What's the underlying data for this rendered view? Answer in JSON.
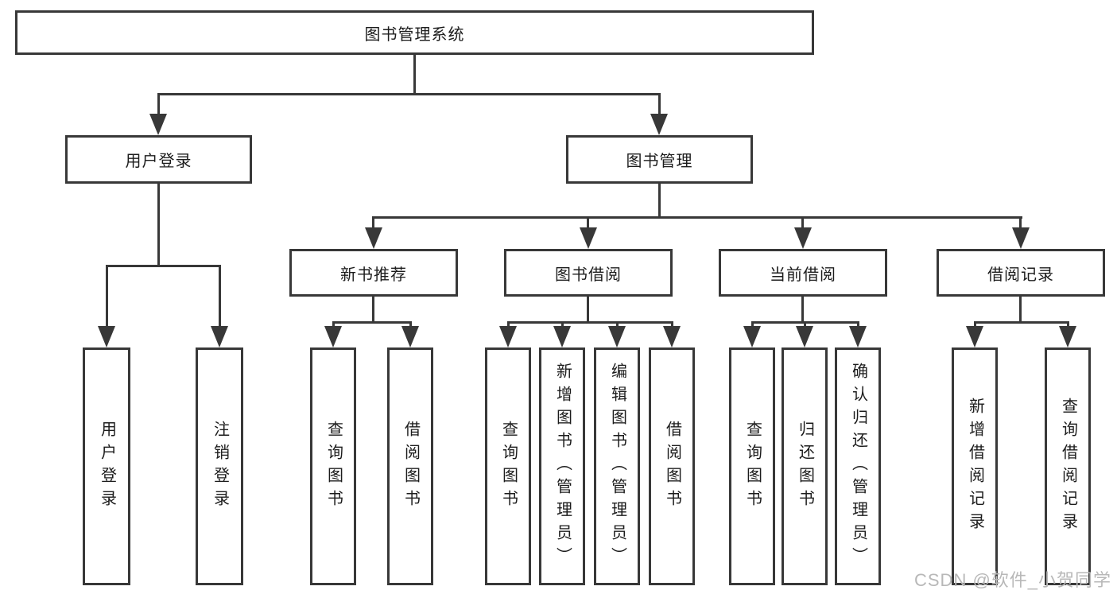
{
  "tree": {
    "root": {
      "label": "图书管理系统"
    },
    "branches": [
      {
        "label": "用户登录",
        "children": [
          {
            "label": "用户登录"
          },
          {
            "label": "注销登录"
          }
        ]
      },
      {
        "label": "图书管理",
        "children": [
          {
            "label": "新书推荐",
            "children": [
              {
                "label": "查询图书"
              },
              {
                "label": "借阅图书"
              }
            ]
          },
          {
            "label": "图书借阅",
            "children": [
              {
                "label": "查询图书"
              },
              {
                "label": "新增图书（管理员）"
              },
              {
                "label": "编辑图书（管理员）"
              },
              {
                "label": "借阅图书"
              }
            ]
          },
          {
            "label": "当前借阅",
            "children": [
              {
                "label": "查询图书"
              },
              {
                "label": "归还图书"
              },
              {
                "label": "确认归还（管理员）"
              }
            ]
          },
          {
            "label": "借阅记录",
            "children": [
              {
                "label": "新增借阅记录"
              },
              {
                "label": "查询借阅记录"
              }
            ]
          }
        ]
      }
    ]
  },
  "watermark": {
    "text": "CSDN @软件_小贺同学"
  },
  "colors": {
    "line": "#383838",
    "text": "#1c1c1c",
    "watermark": "#b8b8b8",
    "background": "#ffffff"
  }
}
